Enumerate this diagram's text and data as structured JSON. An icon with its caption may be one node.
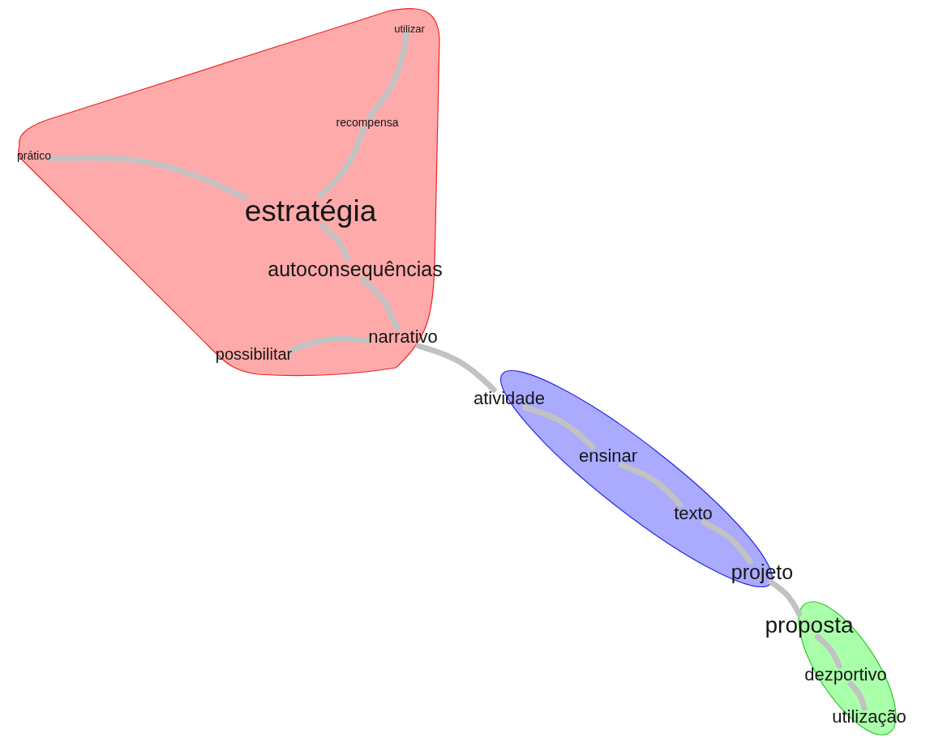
{
  "diagram": {
    "nodes": [
      {
        "text": [],
        "shape": "polygon"
      },
      {
        "text": [],
        "shape": "ellipse"
      },
      {
        "text": [],
        "shape": "ellipse"
      },
      {
        "text": [
          "utilizar"
        ],
        "in": 0
      },
      {
        "text": [
          "recompensa"
        ],
        "in": 0
      },
      {
        "text": [
          "prático"
        ],
        "in": 0
      },
      {
        "text": [
          "estratégia"
        ],
        "in": 0
      },
      {
        "text": [
          "autoconsequências"
        ],
        "in": 0
      },
      {
        "text": [
          "narrativo"
        ],
        "in": 0
      },
      {
        "text": [
          "possibilitar"
        ],
        "in": 0
      },
      {
        "text": [
          "atividade"
        ]
      },
      {
        "text": [
          "ensinar"
        ],
        "in": 1
      },
      {
        "text": [
          "texto"
        ],
        "in": 1
      },
      {
        "text": [
          "projeto"
        ]
      },
      {
        "text": [
          "proposta"
        ]
      },
      {
        "text": [
          "dezportivo"
        ],
        "in": 2
      },
      {
        "text": [
          "utilização"
        ],
        "in": 2
      }
    ],
    "edges": [
      {
        "from": 3,
        "to": 4,
        "arrow": "none"
      },
      {
        "from": 4,
        "to": 6,
        "arrow": "none"
      },
      {
        "from": 5,
        "to": 6,
        "arrow": "none"
      },
      {
        "from": 6,
        "to": 7,
        "arrow": "none"
      },
      {
        "from": 7,
        "to": 8,
        "arrow": "none"
      },
      {
        "from": 9,
        "to": 8,
        "arrow": "none"
      },
      {
        "from": 8,
        "to": 10,
        "arrow": "none"
      },
      {
        "from": 10,
        "to": 11,
        "arrow": "none"
      },
      {
        "from": 11,
        "to": 12,
        "arrow": "none"
      },
      {
        "from": 12,
        "to": 13,
        "arrow": "none"
      },
      {
        "from": 13,
        "to": 14,
        "arrow": "none"
      },
      {
        "from": 14,
        "to": 15,
        "arrow": "none"
      },
      {
        "from": 15,
        "to": 16,
        "arrow": "none"
      }
    ]
  }
}
